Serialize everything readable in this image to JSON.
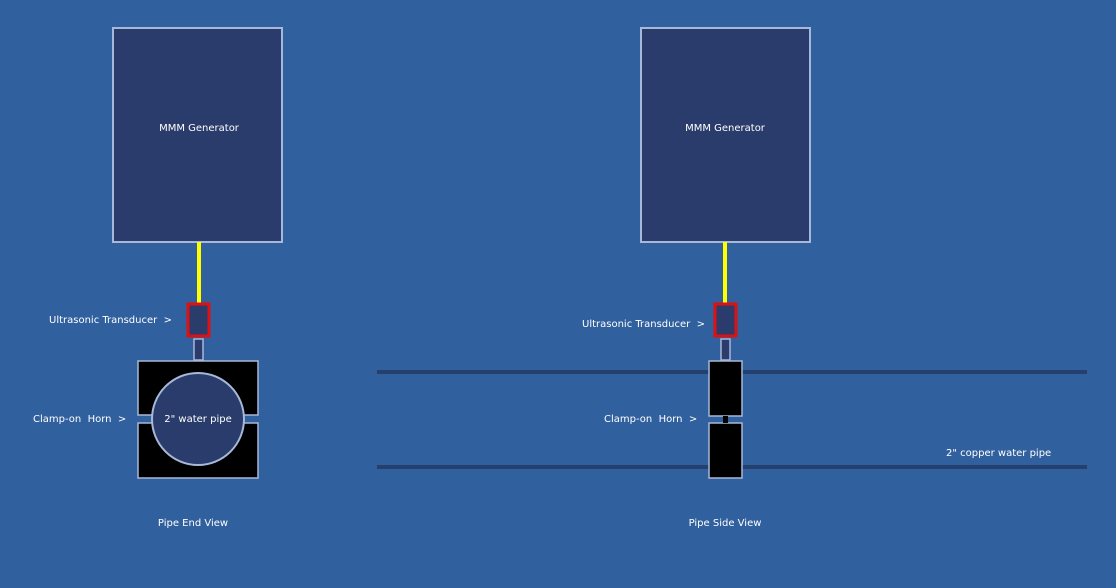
{
  "colors": {
    "background": "#31609e",
    "generator_fill": "#2a3c6b",
    "generator_border": "#a8b8d8",
    "cable": "#ffff00",
    "transducer_border": "#e01010",
    "horn_fill": "#000000",
    "pipe_fill": "#2a3c6b",
    "pipe_line": "#25406e"
  },
  "end_view": {
    "generator_label": "MMM Generator",
    "transducer_label": "Ultrasonic Transducer  >",
    "horn_label": "Clamp-on  Horn  >",
    "pipe_label": "2\" water pipe",
    "caption": "Pipe End View"
  },
  "side_view": {
    "generator_label": "MMM Generator",
    "transducer_label": "Ultrasonic Transducer  >",
    "horn_label": "Clamp-on  Horn  >",
    "pipe_label": "2\" copper water pipe",
    "caption": "Pipe Side View"
  }
}
